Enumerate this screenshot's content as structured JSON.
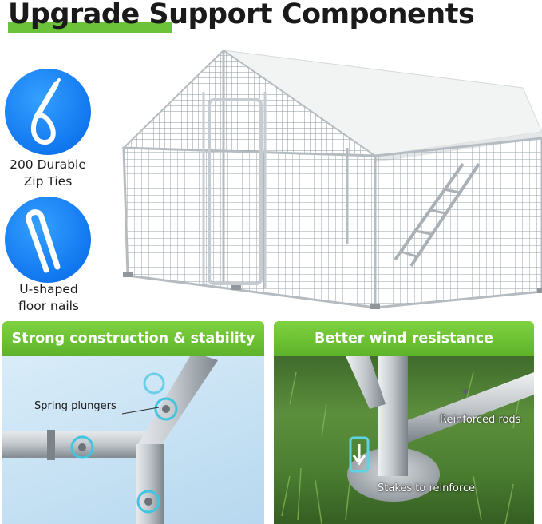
{
  "header": {
    "title": "Upgrade Support Components"
  },
  "features": [
    {
      "caption": "200  Durable\nZip Ties",
      "icon": "zip-tie-icon"
    },
    {
      "caption": "U-shaped\nfloor nails",
      "icon": "u-nail-icon"
    }
  ],
  "panels": {
    "left": {
      "title": "Strong construction & stability",
      "callout": "Spring plungers"
    },
    "right": {
      "title": "Better wind resistance",
      "callout_top": "Reinforced rods",
      "callout_bottom": "Stakes to reinforce"
    }
  },
  "colors": {
    "accent_green": "#6cc33a",
    "icon_blue": "#1177ef",
    "roof_white": "#f2f4f3",
    "mesh_silver": "#9aa3aa"
  }
}
